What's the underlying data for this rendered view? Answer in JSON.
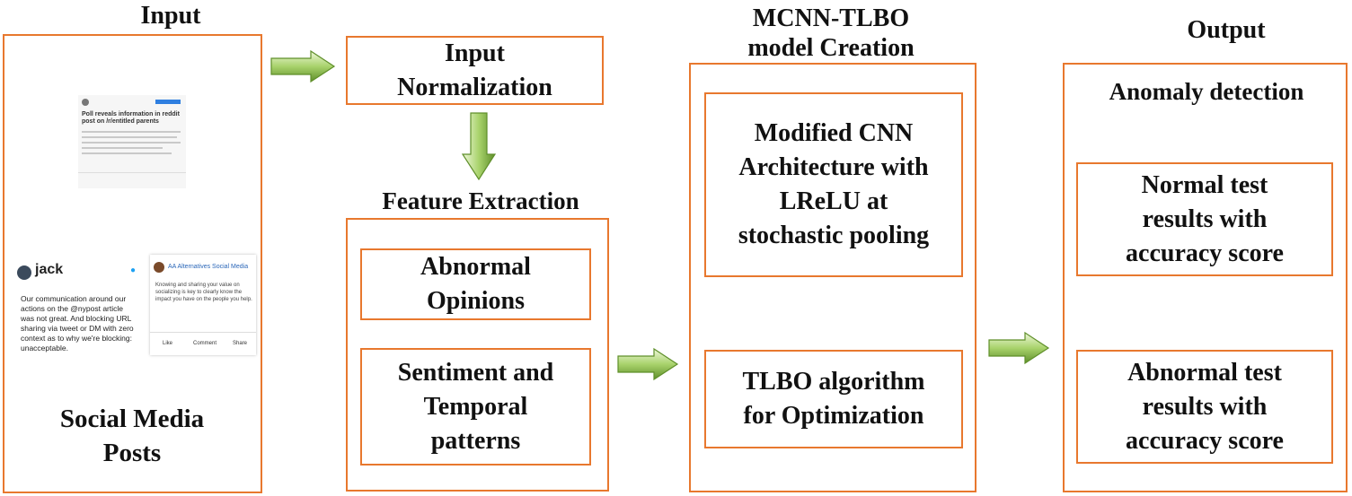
{
  "headings": {
    "input": "Input",
    "model": "MCNN-TLBO\nmodel Creation",
    "output": "Output",
    "feature_extraction": "Feature Extraction",
    "anomaly_detection": "Anomaly detection"
  },
  "input_box": {
    "label": "Social Media\nPosts",
    "post1_title": "Poll reveals information in reddit post on /r/entitled parents",
    "post2_handle": "jack",
    "post2_text": "Our communication around our actions on the @nypost article was not great. And blocking URL sharing via tweet or DM with zero context as to why we're blocking: unacceptable.",
    "post3_title": "AA Alternatives Social Media",
    "post3_text": "Knowing and sharing your value on socializing is key to clearly know the impact you have on the people you help.",
    "post3_actions": [
      "Like",
      "Comment",
      "Share"
    ]
  },
  "normalization": "Input\nNormalization",
  "features": {
    "abnormal": "Abnormal\nOpinions",
    "sentiment": "Sentiment and\nTemporal\npatterns"
  },
  "model": {
    "cnn": "Modified CNN\nArchitecture with\nLReLU at\nstochastic pooling",
    "tlbo": "TLBO algorithm\nfor Optimization"
  },
  "output": {
    "normal": "Normal test\nresults with\naccuracy score",
    "abnormal": "Abnormal test\nresults with\naccuracy score"
  },
  "colors": {
    "box_border": "#e8782e",
    "arrow_fill": "#86b84a",
    "arrow_light": "#e6f3cf"
  }
}
